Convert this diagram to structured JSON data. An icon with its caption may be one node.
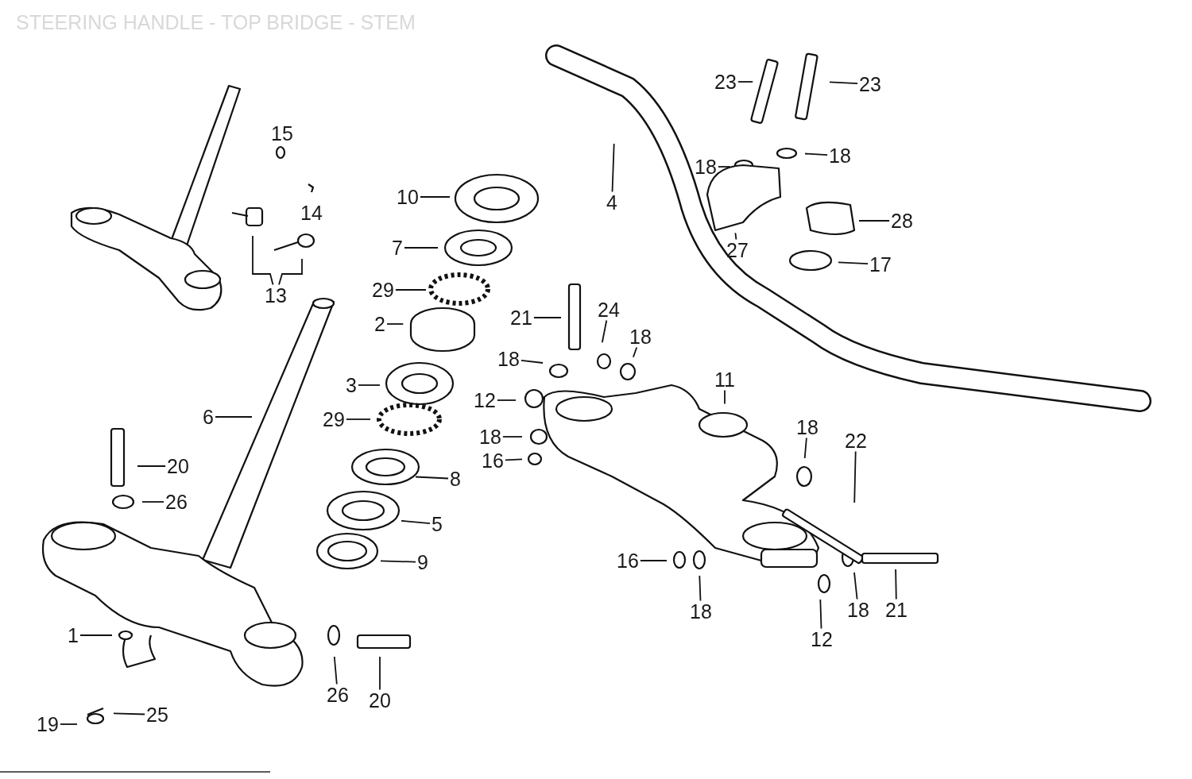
{
  "diagram": {
    "title": "STEERING HANDLE - TOP BRIDGE - STEM",
    "nodes": [
      {
        "text": [
          "23"
        ]
      },
      {
        "text": [
          "23"
        ]
      },
      {
        "text": [
          "18"
        ]
      },
      {
        "text": [
          "18"
        ]
      },
      {
        "text": [
          "10"
        ]
      },
      {
        "text": [
          "4"
        ]
      },
      {
        "text": [
          "28"
        ]
      },
      {
        "text": [
          "7"
        ]
      },
      {
        "text": [
          "27"
        ]
      },
      {
        "text": [
          "17"
        ]
      },
      {
        "text": [
          "29"
        ]
      },
      {
        "text": [
          "13"
        ]
      },
      {
        "text": [
          "21"
        ]
      },
      {
        "text": [
          "24"
        ]
      },
      {
        "text": [
          "2"
        ]
      },
      {
        "text": [
          "18"
        ]
      },
      {
        "text": [
          "18"
        ]
      },
      {
        "text": [
          "11"
        ]
      },
      {
        "text": [
          "3"
        ]
      },
      {
        "text": [
          "12"
        ]
      },
      {
        "text": [
          "6"
        ]
      },
      {
        "text": [
          "29"
        ]
      },
      {
        "text": [
          "18"
        ]
      },
      {
        "text": [
          "18"
        ]
      },
      {
        "text": [
          "22"
        ]
      },
      {
        "text": [
          "16"
        ]
      },
      {
        "text": [
          "20"
        ]
      },
      {
        "text": [
          "8"
        ]
      },
      {
        "text": [
          "26"
        ]
      },
      {
        "text": [
          "5"
        ]
      },
      {
        "text": [
          "16"
        ]
      },
      {
        "text": [
          "9"
        ]
      },
      {
        "text": [
          "18"
        ]
      },
      {
        "text": [
          "18"
        ]
      },
      {
        "text": [
          "21"
        ]
      },
      {
        "text": [
          "1"
        ]
      },
      {
        "text": [
          "12"
        ]
      },
      {
        "text": [
          "26"
        ]
      },
      {
        "text": [
          "20"
        ]
      },
      {
        "text": [
          "25"
        ]
      },
      {
        "text": [
          "19"
        ]
      }
    ],
    "edges": [
      {
        "from": 0,
        "to": null,
        "arrow": "none"
      },
      {
        "from": 1,
        "to": null,
        "arrow": "none"
      },
      {
        "from": 2,
        "to": null,
        "arrow": "none"
      },
      {
        "from": 3,
        "to": null,
        "arrow": "none"
      },
      {
        "from": 4,
        "to": null,
        "arrow": "none"
      },
      {
        "from": 5,
        "to": null,
        "arrow": "none"
      },
      {
        "from": 6,
        "to": null,
        "arrow": "none"
      },
      {
        "from": 7,
        "to": null,
        "arrow": "none"
      },
      {
        "from": 8,
        "to": null,
        "arrow": "none"
      },
      {
        "from": 9,
        "to": null,
        "arrow": "none"
      },
      {
        "from": 10,
        "to": null,
        "arrow": "none"
      },
      {
        "from": 11,
        "to": null,
        "arrow": "none"
      },
      {
        "from": 11,
        "to": null,
        "arrow": "none"
      },
      {
        "from": 12,
        "to": null,
        "arrow": "none"
      },
      {
        "from": 13,
        "to": null,
        "arrow": "none"
      },
      {
        "from": 14,
        "to": null,
        "arrow": "none"
      },
      {
        "from": 15,
        "to": null,
        "arrow": "none"
      },
      {
        "from": 16,
        "to": null,
        "arrow": "none"
      },
      {
        "from": 17,
        "to": null,
        "arrow": "none"
      },
      {
        "from": 18,
        "to": null,
        "arrow": "none"
      },
      {
        "from": 19,
        "to": null,
        "arrow": "none"
      },
      {
        "from": 20,
        "to": null,
        "arrow": "none"
      },
      {
        "from": 21,
        "to": null,
        "arrow": "none"
      },
      {
        "from": 22,
        "to": null,
        "arrow": "none"
      },
      {
        "from": 23,
        "to": null,
        "arrow": "none"
      },
      {
        "from": 24,
        "to": null,
        "arrow": "none"
      },
      {
        "from": 25,
        "to": null,
        "arrow": "none"
      },
      {
        "from": 26,
        "to": null,
        "arrow": "none"
      },
      {
        "from": 27,
        "to": null,
        "arrow": "none"
      },
      {
        "from": 28,
        "to": null,
        "arrow": "none"
      },
      {
        "from": 29,
        "to": null,
        "arrow": "none"
      },
      {
        "from": 30,
        "to": null,
        "arrow": "none"
      },
      {
        "from": 31,
        "to": null,
        "arrow": "none"
      },
      {
        "from": 32,
        "to": null,
        "arrow": "none"
      },
      {
        "from": 33,
        "to": null,
        "arrow": "none"
      },
      {
        "from": 34,
        "to": null,
        "arrow": "none"
      },
      {
        "from": 35,
        "to": null,
        "arrow": "none"
      },
      {
        "from": 36,
        "to": null,
        "arrow": "none"
      },
      {
        "from": 37,
        "to": null,
        "arrow": "none"
      },
      {
        "from": 38,
        "to": null,
        "arrow": "none"
      },
      {
        "from": 39,
        "to": null,
        "arrow": "none"
      },
      {
        "from": 40,
        "to": null,
        "arrow": "none"
      }
    ],
    "labels": [
      "15",
      "14"
    ]
  }
}
